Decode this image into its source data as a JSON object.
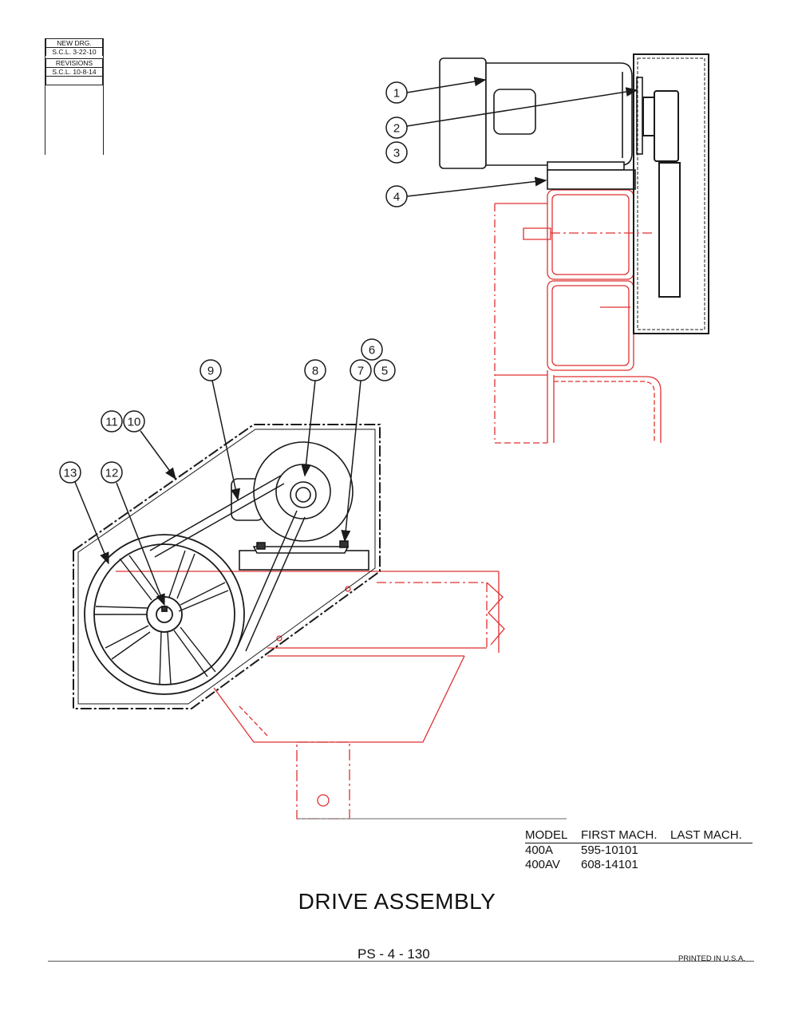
{
  "revision_box": {
    "new_drawing_label": "NEW DRG.",
    "new_drawing_date": "S.C.L. 3-22-10",
    "revisions_label": "REVISIONS",
    "revision_date": "S.C.L. 10-8-14"
  },
  "callouts": {
    "c1": "1",
    "c2": "2",
    "c3": "3",
    "c4": "4",
    "c5": "5",
    "c6": "6",
    "c7": "7",
    "c8": "8",
    "c9": "9",
    "c10": "10",
    "c11": "11",
    "c12": "12",
    "c13": "13"
  },
  "model_table": {
    "headers": [
      "MODEL",
      "FIRST MACH.",
      "LAST MACH."
    ],
    "rows": [
      {
        "model": "400A",
        "first": "595-10101",
        "last": ""
      },
      {
        "model": "400AV",
        "first": "608-14101",
        "last": ""
      }
    ]
  },
  "title": "DRIVE ASSEMBLY",
  "page_number": "PS - 4 - 130",
  "printed": "PRINTED IN U.S.A.",
  "colors": {
    "line": "#1a1a1a",
    "frame": "#e03030"
  }
}
